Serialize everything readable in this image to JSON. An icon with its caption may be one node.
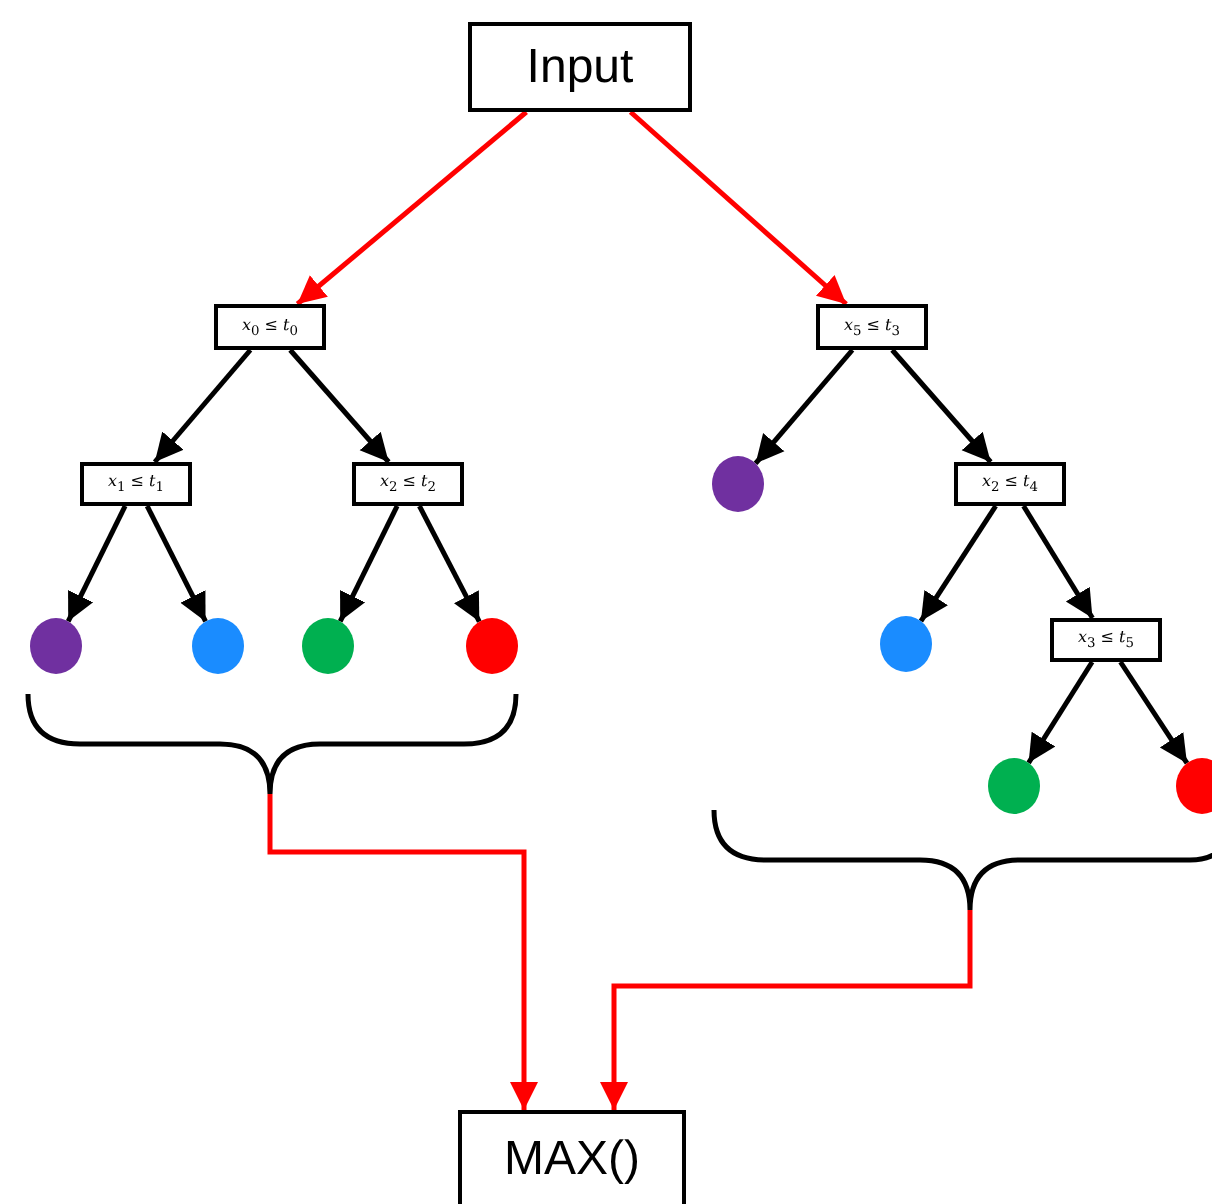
{
  "diagram": {
    "nodes": [
      {
        "text": [
          "Input"
        ]
      },
      {
        "text": [
          "*x*$_{0}$ ≤ *t*$_{0}$"
        ]
      },
      {
        "text": [
          "*x*$_{1}$ ≤ *t*$_{1}$"
        ]
      },
      {
        "text": [
          "*x*$_{2}$ ≤ *t*$_{2}$"
        ]
      },
      {
        "text": [],
        "shape": "circle"
      },
      {
        "text": [],
        "shape": "circle"
      },
      {
        "text": [],
        "shape": "circle"
      },
      {
        "text": [],
        "shape": "circle"
      },
      {
        "text": [
          "*x*$_{5}$ ≤ *t*$_{3}$"
        ]
      },
      {
        "text": [],
        "shape": "circle"
      },
      {
        "text": [
          "*x*$_{2}$ ≤ *t*$_{4}$"
        ]
      },
      {
        "text": [],
        "shape": "circle"
      },
      {
        "text": [
          "*x*$_{3}$ ≤ *t*$_{5}$"
        ]
      },
      {
        "text": [],
        "shape": "circle"
      },
      {
        "text": [],
        "shape": "circle"
      },
      {
        "text": [],
        "shape": "brace"
      },
      {
        "text": [],
        "shape": "brace"
      },
      {
        "text": [
          "MAX()"
        ]
      }
    ],
    "edges": [
      {
        "from": 0,
        "to": 1,
        "arrow": "to",
        "color": "#ff0000"
      },
      {
        "from": 0,
        "to": 8,
        "arrow": "to",
        "color": "#ff0000"
      },
      {
        "from": 1,
        "to": 2,
        "arrow": "to"
      },
      {
        "from": 1,
        "to": 3,
        "arrow": "to"
      },
      {
        "from": 2,
        "to": 4,
        "arrow": "to"
      },
      {
        "from": 2,
        "to": 5,
        "arrow": "to"
      },
      {
        "from": 3,
        "to": 6,
        "arrow": "to"
      },
      {
        "from": 3,
        "to": 7,
        "arrow": "to"
      },
      {
        "from": 8,
        "to": 9,
        "arrow": "to"
      },
      {
        "from": 8,
        "to": 10,
        "arrow": "to"
      },
      {
        "from": 10,
        "to": 11,
        "arrow": "to"
      },
      {
        "from": 10,
        "to": 12,
        "arrow": "to"
      },
      {
        "from": 12,
        "to": 13,
        "arrow": "to"
      },
      {
        "from": 12,
        "to": 14,
        "arrow": "to"
      },
      {
        "from": 15,
        "to": 17,
        "arrow": "to",
        "color": "#ff0000"
      },
      {
        "from": 16,
        "to": 17,
        "arrow": "to",
        "color": "#ff0000"
      }
    ]
  }
}
